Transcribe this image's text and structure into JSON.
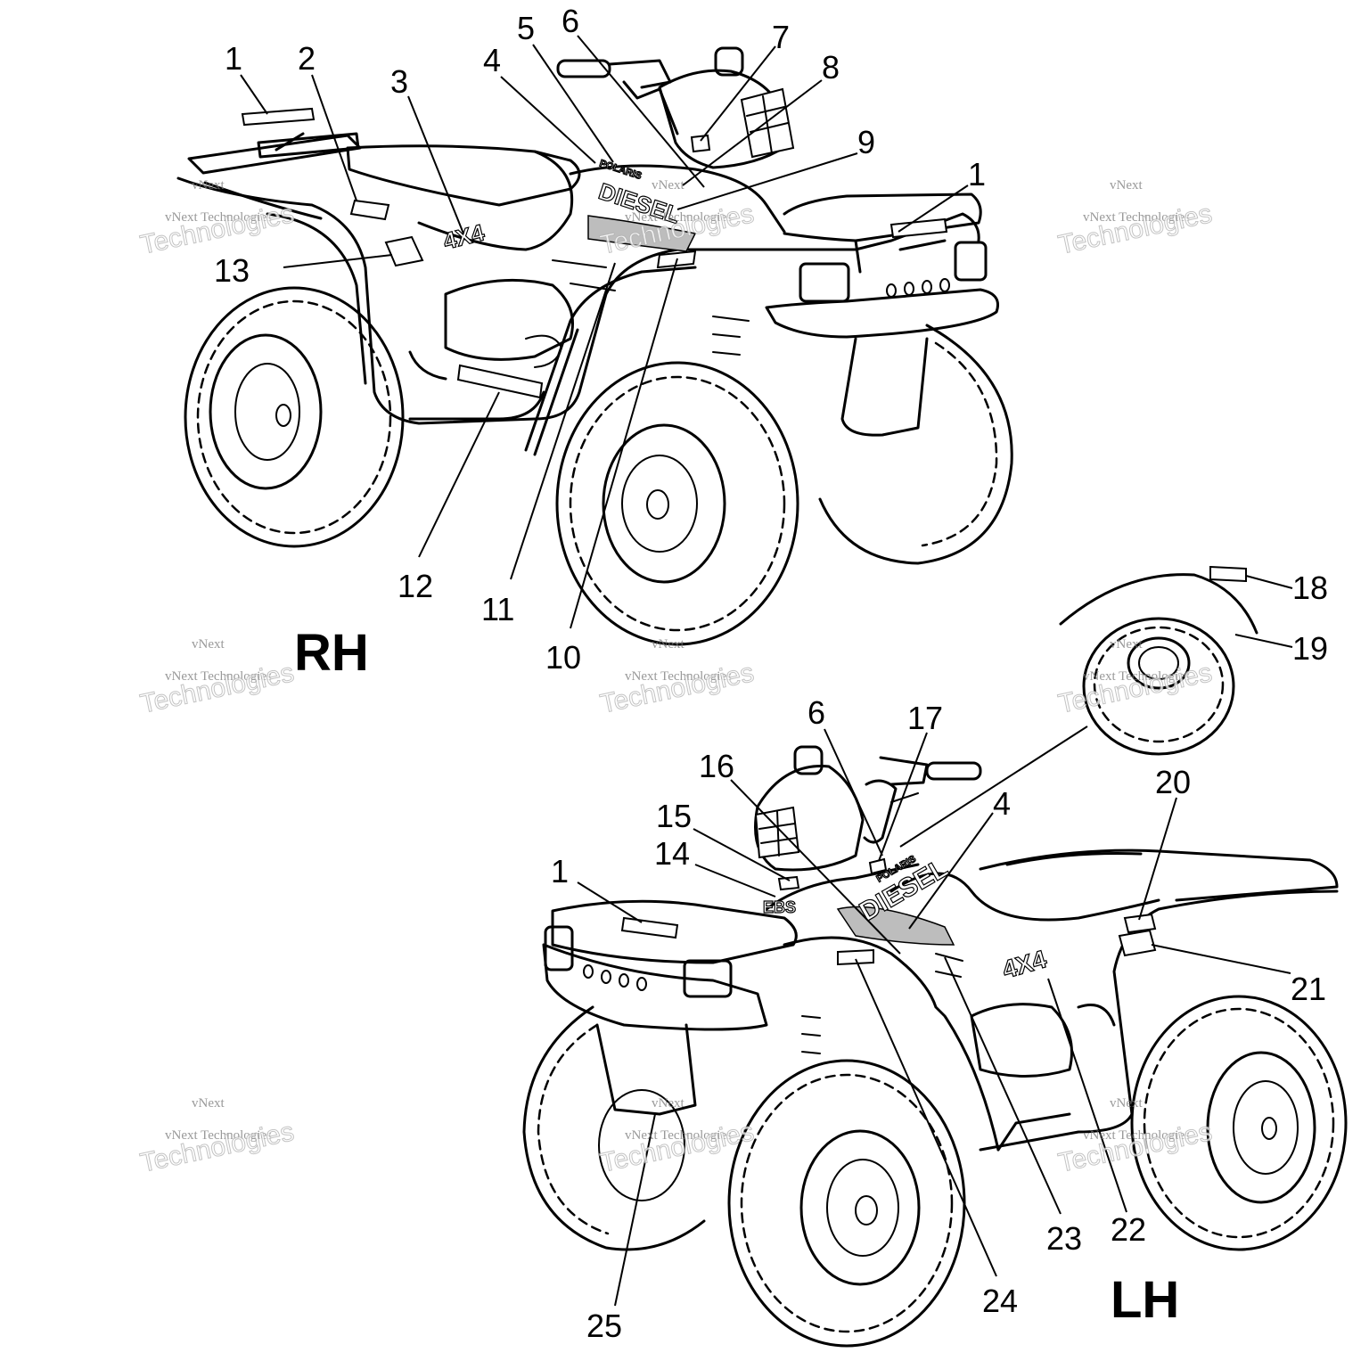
{
  "views": {
    "rh": {
      "label": "RH"
    },
    "lh": {
      "label": "LH"
    }
  },
  "callouts_rh": [
    "1",
    "2",
    "3",
    "4",
    "5",
    "6",
    "7",
    "8",
    "9",
    "1",
    "13",
    "12",
    "11",
    "10"
  ],
  "callouts_lh": [
    "18",
    "19",
    "6",
    "17",
    "16",
    "15",
    "14",
    "1",
    "4",
    "20",
    "21",
    "22",
    "23",
    "24",
    "25"
  ],
  "decal_text": {
    "diesel": "DIESEL",
    "four_by_four": "4X4",
    "brand_small": "POLARIS",
    "ebs": "EBS"
  },
  "watermark": {
    "line1": "vNext",
    "line2": "vNext Technologies",
    "line3": "Technologies"
  }
}
